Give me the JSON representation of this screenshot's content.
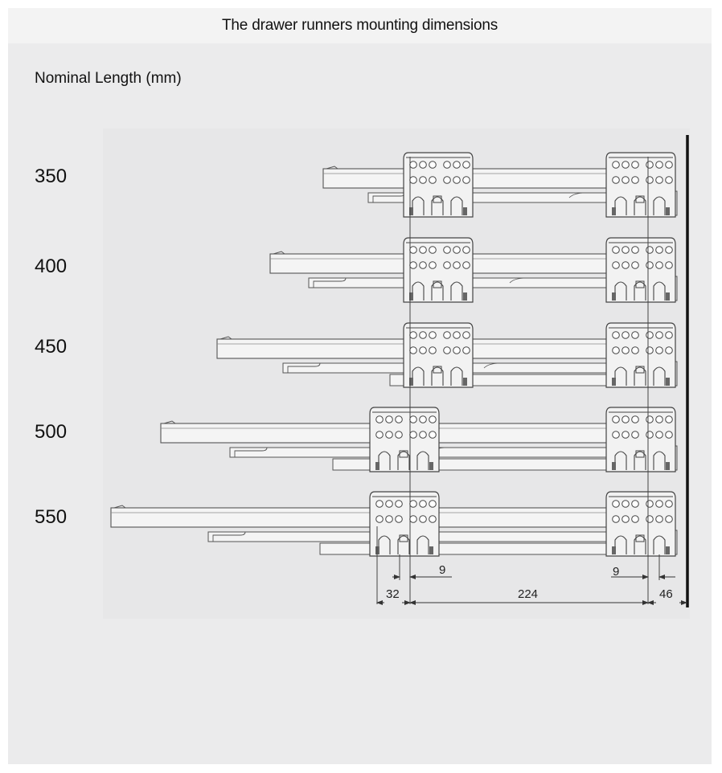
{
  "title": "The drawer runners mounting dimensions",
  "subtitle": "Nominal Length (mm)",
  "rows": [
    {
      "label": "350"
    },
    {
      "label": "400"
    },
    {
      "label": "450"
    },
    {
      "label": "500"
    },
    {
      "label": "550"
    }
  ],
  "dimensions": {
    "left_offset": "9",
    "right_offset": "9",
    "front_spacing": "32",
    "hole_spacing": "224",
    "rear_offset": "46"
  },
  "colors": {
    "background": "#ebebec",
    "header": "#f3f3f3",
    "line": "#555555",
    "wall": "#111111"
  }
}
